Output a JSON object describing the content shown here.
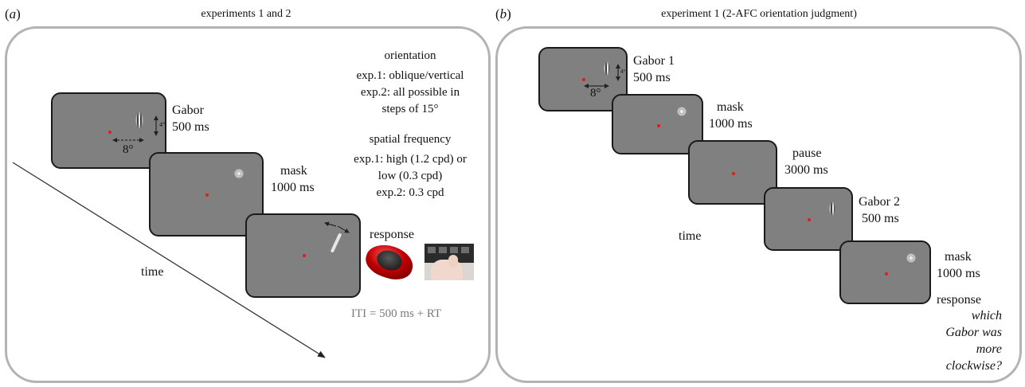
{
  "panel_a": {
    "tag_open": "(",
    "tag_letter": "a",
    "tag_close": ")",
    "title": "experiments 1 and 2",
    "degree_label": "8°",
    "size_label": "4°",
    "steps": [
      {
        "name": "Gabor",
        "duration": "500 ms"
      },
      {
        "name": "mask",
        "duration": "1000 ms"
      },
      {
        "name": "response",
        "duration": ""
      }
    ],
    "time_label": "time",
    "orientation": {
      "heading": "orientation",
      "lines": [
        "exp.1: oblique/vertical",
        "exp.2: all possible in",
        "steps of 15°"
      ]
    },
    "spatial_frequency": {
      "heading": "spatial frequency",
      "lines": [
        "exp.1: high (1.2 cpd) or",
        "low (0.3 cpd)",
        "exp.2: 0.3 cpd"
      ]
    },
    "iti": "ITI = 500 ms + RT"
  },
  "panel_b": {
    "tag_open": "(",
    "tag_letter": "b",
    "tag_close": ")",
    "title": "experiment 1 (2-AFC orientation judgment)",
    "degree_label": "8°",
    "size_label": "4°",
    "steps": [
      {
        "name": "Gabor 1",
        "duration": "500 ms"
      },
      {
        "name": "mask",
        "duration": "1000 ms"
      },
      {
        "name": "pause",
        "duration": "3000 ms"
      },
      {
        "name": "Gabor 2",
        "duration": "500 ms"
      },
      {
        "name": "mask",
        "duration": "1000 ms"
      }
    ],
    "time_label": "time",
    "response_label": "response",
    "question": [
      "which",
      "Gabor was",
      "more",
      "clockwise?"
    ]
  },
  "colors": {
    "screen": "#808080",
    "frame": "#b3b3b3",
    "fixation": "#e21b1b",
    "iti_text": "#7a7a7a"
  }
}
